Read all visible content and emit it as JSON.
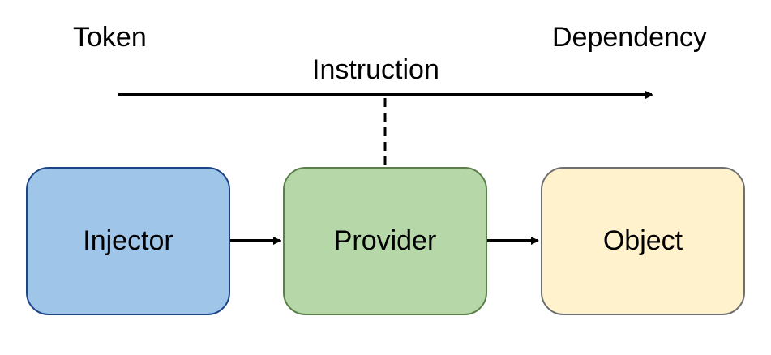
{
  "labels": {
    "token": "Token",
    "instruction": "Instruction",
    "dependency": "Dependency"
  },
  "nodes": {
    "injector": {
      "label": "Injector",
      "fill": "#9fc5e8",
      "stroke": "#1c4587"
    },
    "provider": {
      "label": "Provider",
      "fill": "#b6d7a8",
      "stroke": "#5b7f4a"
    },
    "object": {
      "label": "Object",
      "fill": "#fff2cc",
      "stroke": "#6f6f6f"
    }
  },
  "edges": [
    {
      "from": "Injector",
      "to": "Provider",
      "style": "solid-arrow"
    },
    {
      "from": "Provider",
      "to": "Object",
      "style": "solid-arrow"
    },
    {
      "from": "Token",
      "to": "Dependency",
      "style": "solid-arrow"
    },
    {
      "from": "Provider",
      "to": "Instruction",
      "style": "dashed"
    }
  ],
  "colors": {
    "line": "#000000",
    "text": "#000000"
  }
}
